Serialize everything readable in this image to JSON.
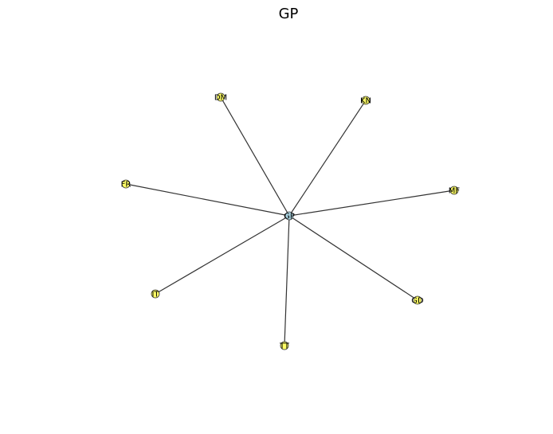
{
  "title": "GP",
  "colors": {
    "center_node": "#add8e6",
    "leaf_node": "#ffff66",
    "edge": "#333333",
    "node_border": "#333333"
  },
  "graph": {
    "center": {
      "id": "GP",
      "label": "GP"
    },
    "leaves": [
      {
        "id": "DM",
        "label": "DM"
      },
      {
        "id": "KN",
        "label": "KN"
      },
      {
        "id": "FR",
        "label": "FR"
      },
      {
        "id": "MF",
        "label": "MF"
      },
      {
        "id": "IT1",
        "label": "IT"
      },
      {
        "id": "GD",
        "label": "GD"
      },
      {
        "id": "IT2",
        "label": "TT"
      }
    ],
    "edges": [
      [
        "GP",
        "DM"
      ],
      [
        "GP",
        "KN"
      ],
      [
        "GP",
        "FR"
      ],
      [
        "GP",
        "MF"
      ],
      [
        "GP",
        "IT1"
      ],
      [
        "GP",
        "GD"
      ],
      [
        "GP",
        "IT2"
      ]
    ]
  }
}
